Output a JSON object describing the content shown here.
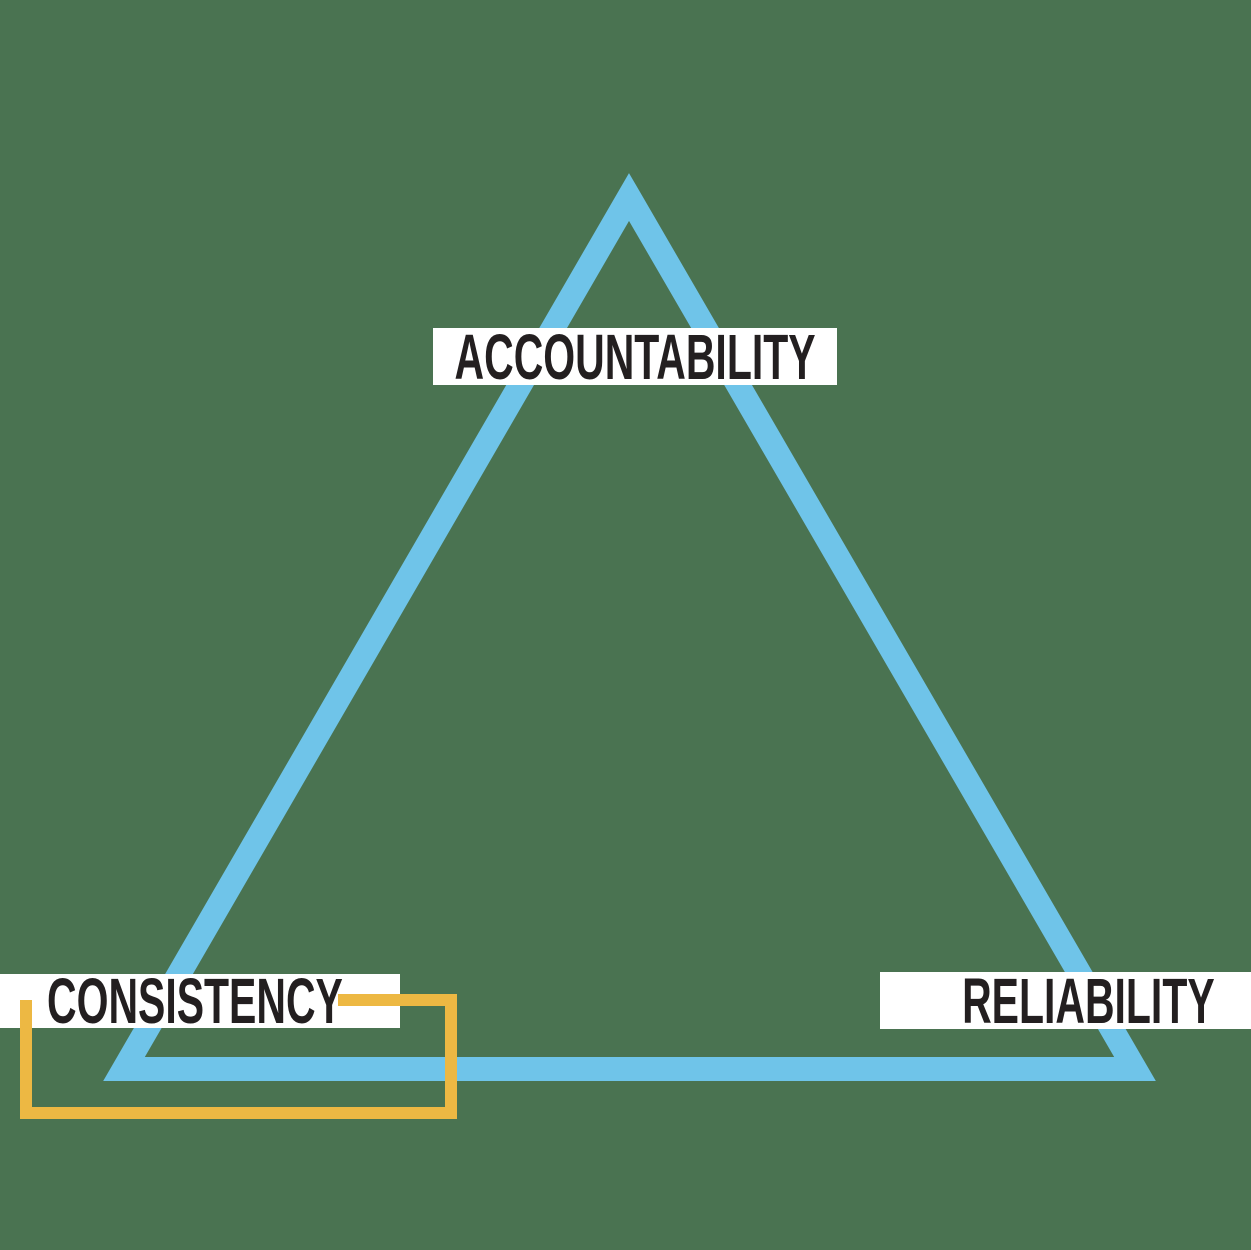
{
  "labels": {
    "top": "ACCOUNTABILITY",
    "bottom_left": "CONSISTENCY",
    "bottom_right": "RELIABILITY"
  },
  "colors": {
    "background": "#4A7351",
    "triangle": "#6FC4E9",
    "highlight": "#EDB843",
    "label_bg": "#FFFFFF",
    "label_text": "#231F20"
  }
}
